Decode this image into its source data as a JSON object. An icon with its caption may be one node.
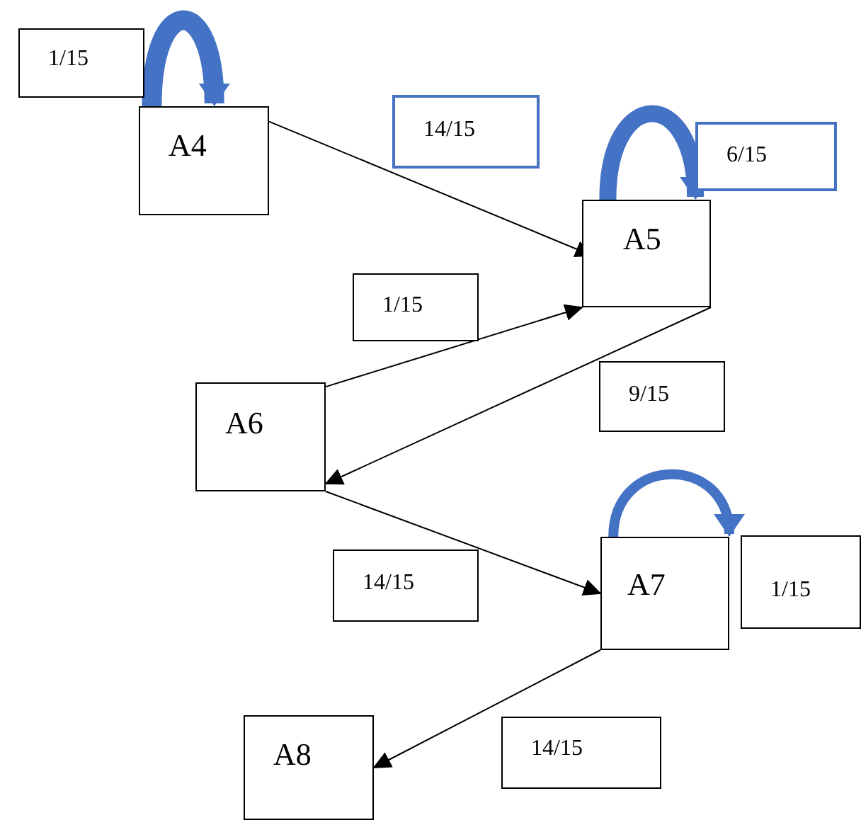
{
  "diagram": {
    "nodes": [
      {
        "text": [
          "A4"
        ]
      },
      {
        "text": [
          "A5"
        ]
      },
      {
        "text": [
          "A6"
        ]
      },
      {
        "text": [
          "A7"
        ]
      },
      {
        "text": [
          "A8"
        ]
      },
      {
        "text": [
          "1/15"
        ]
      },
      {
        "text": [
          "14/15"
        ]
      },
      {
        "text": [
          "6/15"
        ]
      },
      {
        "text": [
          "1/15"
        ]
      },
      {
        "text": [
          "9/15"
        ]
      },
      {
        "text": [
          "14/15"
        ]
      },
      {
        "text": [
          "1/15"
        ]
      },
      {
        "text": [
          "14/15"
        ]
      }
    ],
    "edges": [
      {
        "from": 0,
        "to": 0,
        "arrow": "to",
        "style": "thick",
        "color": "#4472c4"
      },
      {
        "from": 0,
        "to": 1,
        "arrow": "to"
      },
      {
        "from": 1,
        "to": 1,
        "arrow": "to",
        "style": "thick",
        "color": "#4472c4"
      },
      {
        "from": 2,
        "to": 1,
        "arrow": "to"
      },
      {
        "from": 1,
        "to": 2,
        "arrow": "to"
      },
      {
        "from": 3,
        "to": 3,
        "arrow": "to",
        "style": "thick",
        "color": "#4472c4"
      },
      {
        "from": 2,
        "to": 3,
        "arrow": "to"
      },
      {
        "from": 3,
        "to": 4,
        "arrow": "to"
      }
    ]
  }
}
